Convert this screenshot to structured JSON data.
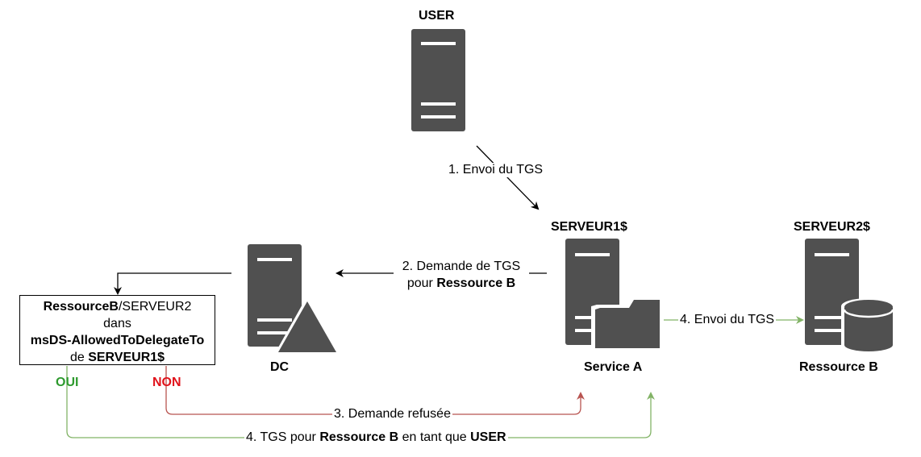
{
  "nodes": {
    "user": {
      "title": "USER"
    },
    "dc": {
      "caption": "DC"
    },
    "serveur1": {
      "title": "SERVEUR1$",
      "caption": "Service A"
    },
    "serveur2": {
      "title": "SERVEUR2$",
      "caption": "Ressource B"
    }
  },
  "check_box": {
    "line1_bold": "RessourceB",
    "line1_rest": "/SERVEUR2",
    "line2": "dans",
    "line3_bold": "msDS-AllowedToDelegateTo",
    "line4_prefix": "de ",
    "line4_bold": "SERVEUR1$"
  },
  "branches": {
    "yes": "OUI",
    "no": "NON"
  },
  "edges": {
    "step1": "1. Envoi du TGS",
    "step2_line1": "2. Demande de TGS",
    "step2_line2_prefix": "pour ",
    "step2_line2_bold": "Ressource B",
    "step3": "3. Demande refusée",
    "step4_send": "4. Envoi du TGS",
    "step4_final_prefix": "4. TGS pour ",
    "step4_final_bold1": "Ressource B",
    "step4_final_mid": " en tant que ",
    "step4_final_bold2": "USER"
  },
  "colors": {
    "server": "#505050",
    "accept_line": "#82b366",
    "reject_line": "#b85450",
    "yes_text": "#2e9a2e",
    "no_text": "#e0131b"
  }
}
